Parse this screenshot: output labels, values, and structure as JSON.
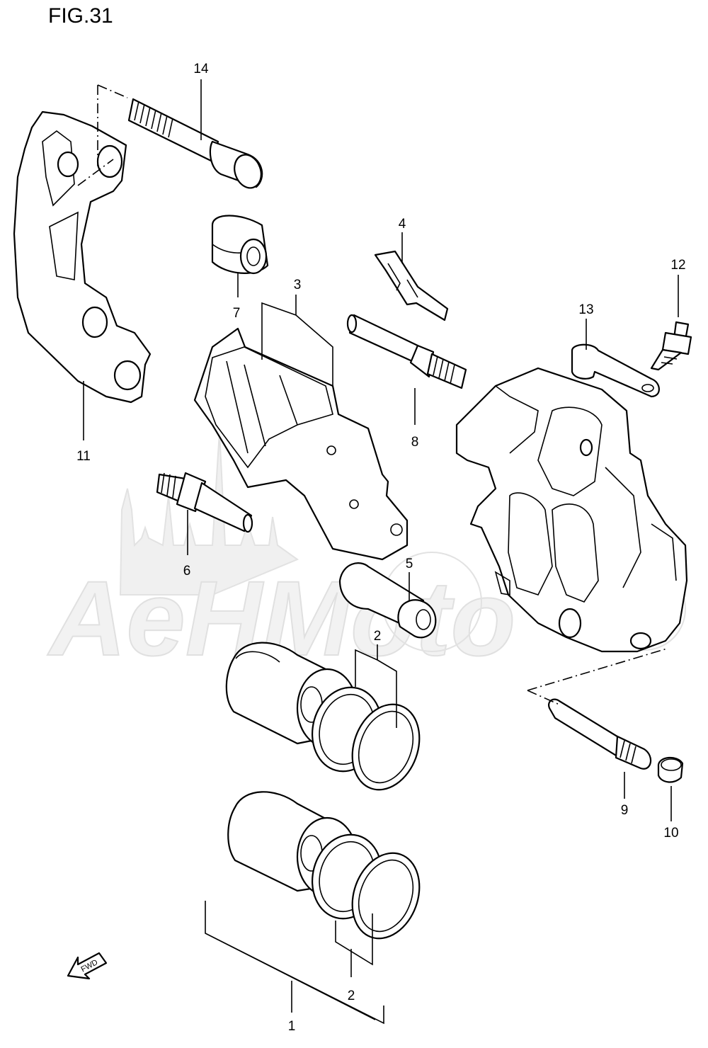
{
  "figure": {
    "title": "FIG.31"
  },
  "watermark": {
    "text": "AeHMoto"
  },
  "direction_arrow": {
    "label": "FWD"
  },
  "callouts": [
    {
      "id": "c14",
      "number": "14"
    },
    {
      "id": "c7",
      "number": "7"
    },
    {
      "id": "c4",
      "number": "4"
    },
    {
      "id": "c3",
      "number": "3"
    },
    {
      "id": "c12",
      "number": "12"
    },
    {
      "id": "c13",
      "number": "13"
    },
    {
      "id": "c8",
      "number": "8"
    },
    {
      "id": "c11",
      "number": "11"
    },
    {
      "id": "c6",
      "number": "6"
    },
    {
      "id": "c5",
      "number": "5"
    },
    {
      "id": "c2a",
      "number": "2"
    },
    {
      "id": "c9",
      "number": "9"
    },
    {
      "id": "c10",
      "number": "10"
    },
    {
      "id": "c2b",
      "number": "2"
    },
    {
      "id": "c1",
      "number": "1"
    }
  ]
}
